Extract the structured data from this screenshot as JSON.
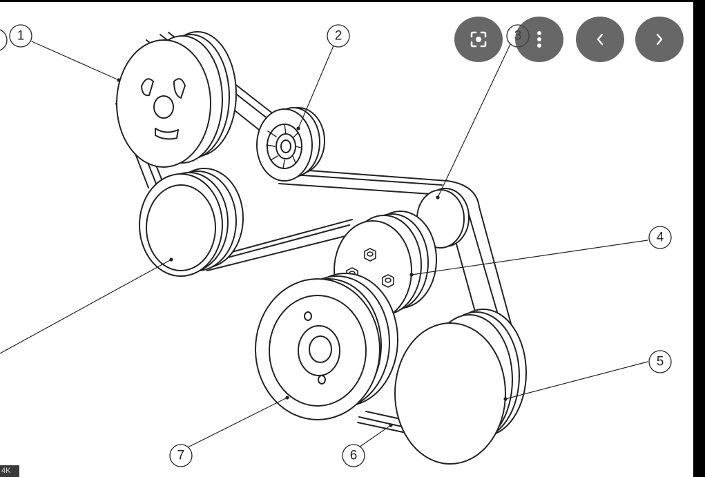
{
  "diagram": {
    "callouts": [
      {
        "id": "1",
        "label": "1"
      },
      {
        "id": "2",
        "label": "2"
      },
      {
        "id": "3",
        "label": "3"
      },
      {
        "id": "4",
        "label": "4"
      },
      {
        "id": "5",
        "label": "5"
      },
      {
        "id": "6",
        "label": "6"
      },
      {
        "id": "7",
        "label": "7"
      }
    ]
  },
  "overlay": {
    "buttons": [
      {
        "name": "lens-search-button",
        "icon": "lens-icon"
      },
      {
        "name": "more-options-button",
        "icon": "vertical-dots-icon"
      },
      {
        "name": "previous-image-button",
        "icon": "chevron-left-icon"
      },
      {
        "name": "next-image-button",
        "icon": "chevron-right-icon"
      }
    ]
  },
  "badge": {
    "text": "4K"
  },
  "colors": {
    "line": "#222222",
    "overlay_button": "#464646",
    "background": "#000000",
    "panel": "#ffffff"
  }
}
